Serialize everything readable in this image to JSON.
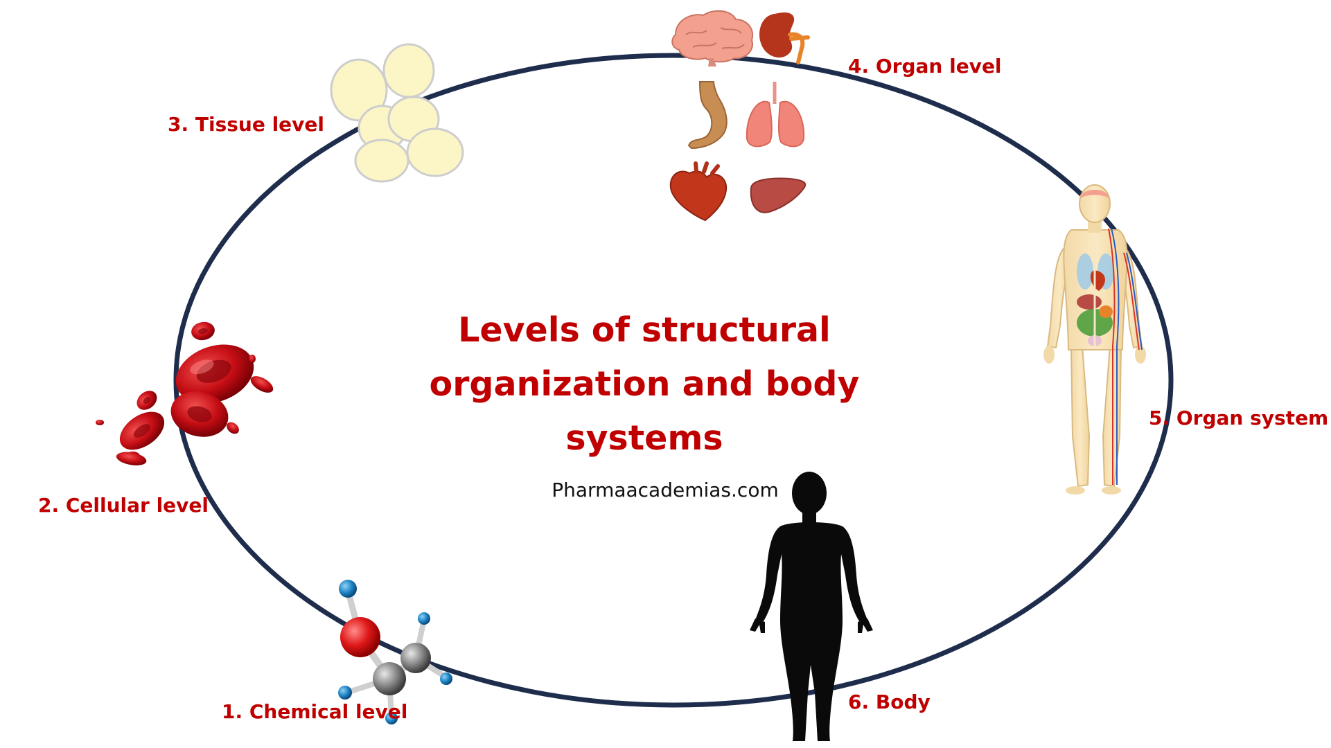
{
  "title_lines": [
    "Levels of structural",
    "organization and body",
    "systems"
  ],
  "website": "Pharmaacademias.com",
  "levels": [
    {
      "label": "1. Chemical level",
      "icon": "molecule-icon"
    },
    {
      "label": "2. Cellular level",
      "icon": "red-blood-cells-icon"
    },
    {
      "label": "3. Tissue level",
      "icon": "tissue-cells-icon"
    },
    {
      "label": "4. Organ level",
      "icon": "organs-icon"
    },
    {
      "label": "5. Organ system",
      "icon": "human-anatomy-icon"
    },
    {
      "label": "6. Body",
      "icon": "body-silhouette-icon"
    }
  ],
  "colors": {
    "accent_red": "#c00000",
    "ring": "#1f2d4d",
    "text_dark": "#111111"
  }
}
